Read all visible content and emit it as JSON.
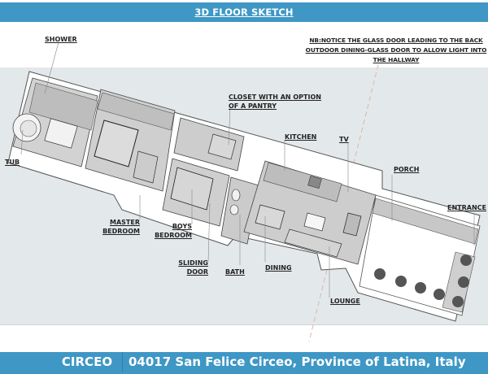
{
  "header": {
    "title": "3D FLOOR SKETCH"
  },
  "note": {
    "line1": "NB:NOTICE THE GLASS DOOR LEADING TO THE BACK",
    "line2": "OUTDOOR DINING-GLASS DOOR TO ALLOW LIGHT INTO",
    "line3": "THE HALLWAY"
  },
  "labels": {
    "shower": "SHOWER",
    "tub": "TUB",
    "closet_line1": "CLOSET WITH AN OPTION",
    "closet_line2": "OF A PANTRY",
    "kitchen": "KITCHEN",
    "tv": "TV",
    "porch": "PORCH",
    "entrance": "ENTRANCE",
    "master_line1": "MASTER",
    "master_line2": "BEDROOM",
    "boys_line1": "BOYS",
    "boys_line2": "BEDROOM",
    "sliding_line1": "SLIDING",
    "sliding_line2": "DOOR",
    "bath": "BATH",
    "dining": "DINING",
    "lounge": "LOUNGE"
  },
  "footer": {
    "city": "CIRCEO",
    "address": "04017 San Felice Circeo, Province of Latina, Italy"
  },
  "colors": {
    "bar": "#3e97c5",
    "canvas": "#e3e8ea",
    "wall": "#ffffff",
    "floor": "#c9c9c9",
    "glass": "#5aa9e6"
  }
}
